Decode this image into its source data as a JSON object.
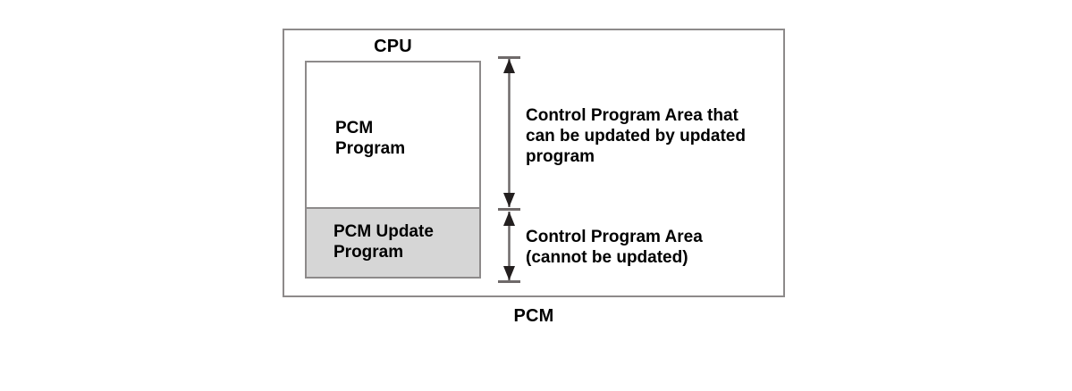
{
  "diagram": {
    "title_top": "CPU",
    "title_bottom": "PCM",
    "memory": {
      "regions": [
        {
          "id": "pcm-program",
          "label": "PCM\nProgram",
          "fill": "#ffffff"
        },
        {
          "id": "pcm-update-program",
          "label": "PCM Update\nProgram",
          "fill": "#d6d6d6"
        }
      ]
    },
    "annotations": [
      {
        "id": "upper",
        "text": "Control Program Area that\ncan be updated by updated\nprogram"
      },
      {
        "id": "lower",
        "text": "Control Program Area\n(cannot be updated)"
      }
    ],
    "colors": {
      "border": "#8d8a8a",
      "shaded_region": "#d6d6d6",
      "background": "#ffffff",
      "text": "#000000",
      "dimension_line": "#6f6a6a",
      "arrow_head": "#231f1f"
    }
  }
}
